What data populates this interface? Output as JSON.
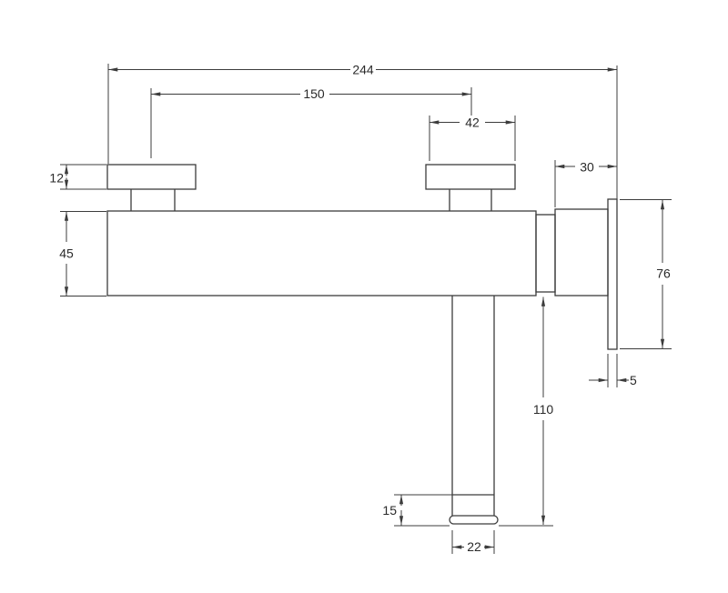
{
  "drawing": {
    "background_color": "#ffffff",
    "line_color": "#3c3c3c",
    "text_color": "#2a2a2a",
    "dimensions": {
      "overall_width": "244",
      "handle_center_spacing": "150",
      "handle_cap_width": "42",
      "wall_offset": "30",
      "handle_cap_height": "12",
      "body_height": "45",
      "backplate_height": "76",
      "backplate_thickness": "5",
      "spout_drop": "110",
      "spout_tip_height": "15",
      "spout_tip_width": "22"
    }
  }
}
